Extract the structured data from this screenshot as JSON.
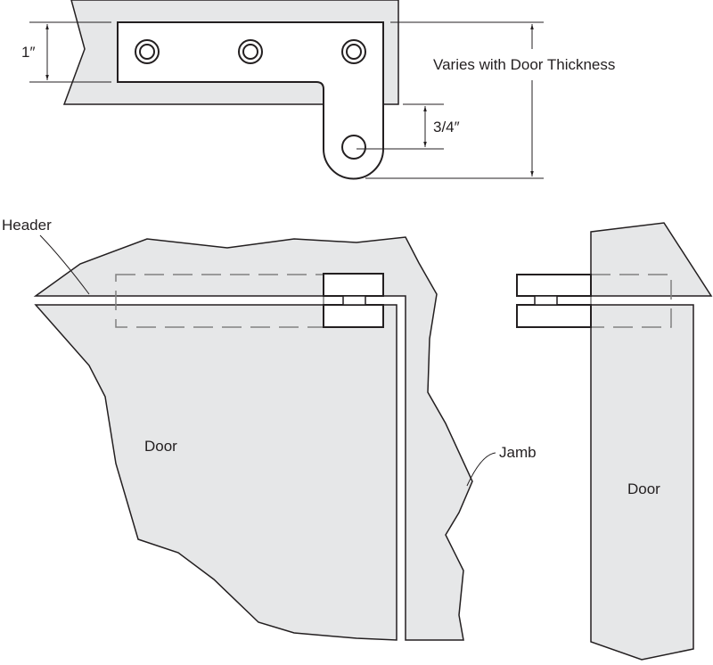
{
  "top_view": {
    "dim_plate_width": "1″",
    "dim_pivot_offset": "3/4″",
    "dim_overall": "Varies with Door Thickness"
  },
  "elevation": {
    "header_label": "Header",
    "door_left_label": "Door",
    "jamb_label": "Jamb",
    "door_right_label": "Door"
  },
  "colors": {
    "fill": "#e6e7e8",
    "stroke": "#231f20"
  }
}
